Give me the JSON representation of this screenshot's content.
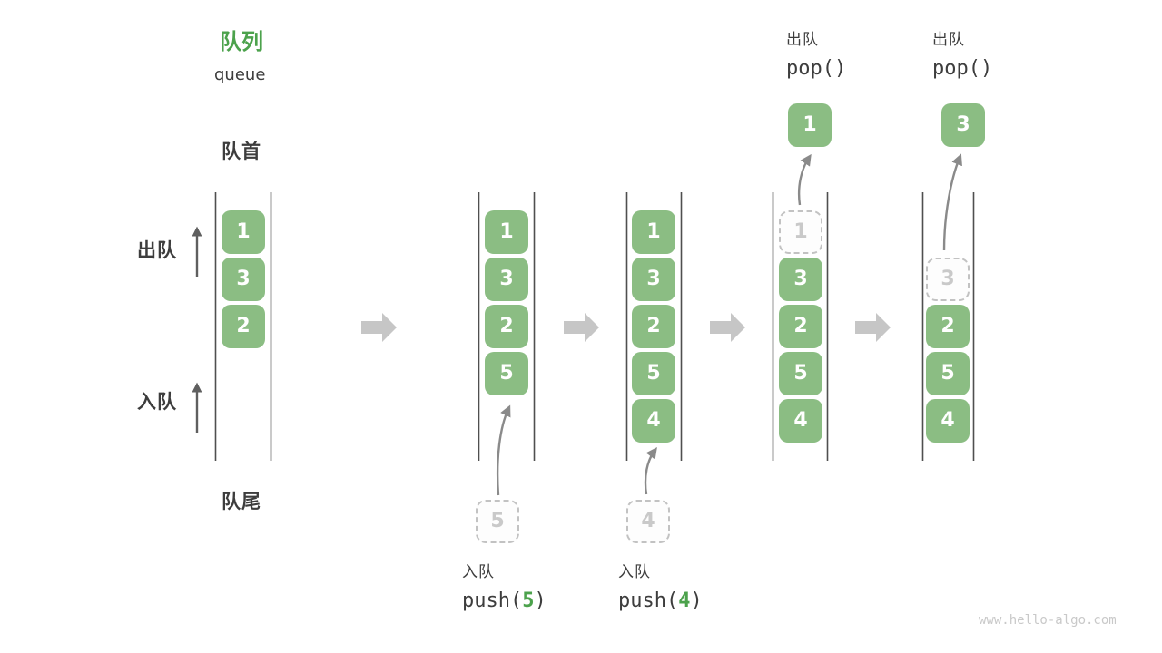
{
  "title": {
    "zh": "队列",
    "en": "queue"
  },
  "side_labels": {
    "front": "队首",
    "rear": "队尾",
    "dequeue": "出队",
    "enqueue": "入队"
  },
  "states": [
    {
      "slots": [
        "1",
        "3",
        "2"
      ]
    },
    {
      "slots": [
        "1",
        "3",
        "2",
        "5"
      ],
      "incoming": "5"
    },
    {
      "slots": [
        "1",
        "3",
        "2",
        "5",
        "4"
      ],
      "incoming": "4"
    },
    {
      "ghost": "1",
      "slots": [
        "3",
        "2",
        "5",
        "4"
      ],
      "popped": "1"
    },
    {
      "ghost": "3",
      "slots": [
        "2",
        "5",
        "4"
      ],
      "popped": "3"
    }
  ],
  "operations": {
    "push5": {
      "label": "入队",
      "code_pre": "push(",
      "arg": "5",
      "code_post": ")"
    },
    "push4": {
      "label": "入队",
      "code_pre": "push(",
      "arg": "4",
      "code_post": ")"
    },
    "pop1": {
      "label": "出队",
      "code": "pop()"
    },
    "pop2": {
      "label": "出队",
      "code": "pop()"
    }
  },
  "watermark": "www.hello-algo.com",
  "colors": {
    "cell_green": "#8BBD83",
    "accent_green": "#4CA24C",
    "text_dark": "#3d3d3d",
    "ghost_gray": "#c9c9c9",
    "flow_arrow_gray": "#c6c6c6",
    "curve_arrow_gray": "#8a8a8a",
    "wall_line": "#4f4f4f"
  }
}
